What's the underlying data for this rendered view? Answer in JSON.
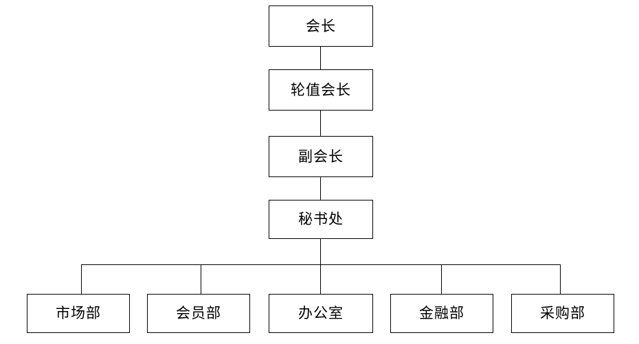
{
  "diagram": {
    "type": "organization-chart",
    "orientation": "top-down",
    "background_color": "#ffffff",
    "line_color": "#000000",
    "text_color": "#000000",
    "box_fill_color": "#ffffff",
    "chain": [
      {
        "id": "chairman",
        "label": "会长"
      },
      {
        "id": "rotating-chair",
        "label": "轮值会长"
      },
      {
        "id": "vice-chairman",
        "label": "副会长"
      },
      {
        "id": "secretariat",
        "label": "秘书处"
      }
    ],
    "departments": [
      {
        "id": "marketing",
        "label": "市场部"
      },
      {
        "id": "membership",
        "label": "会员部"
      },
      {
        "id": "office",
        "label": "办公室"
      },
      {
        "id": "finance",
        "label": "金融部"
      },
      {
        "id": "procurement",
        "label": "采购部"
      }
    ]
  }
}
